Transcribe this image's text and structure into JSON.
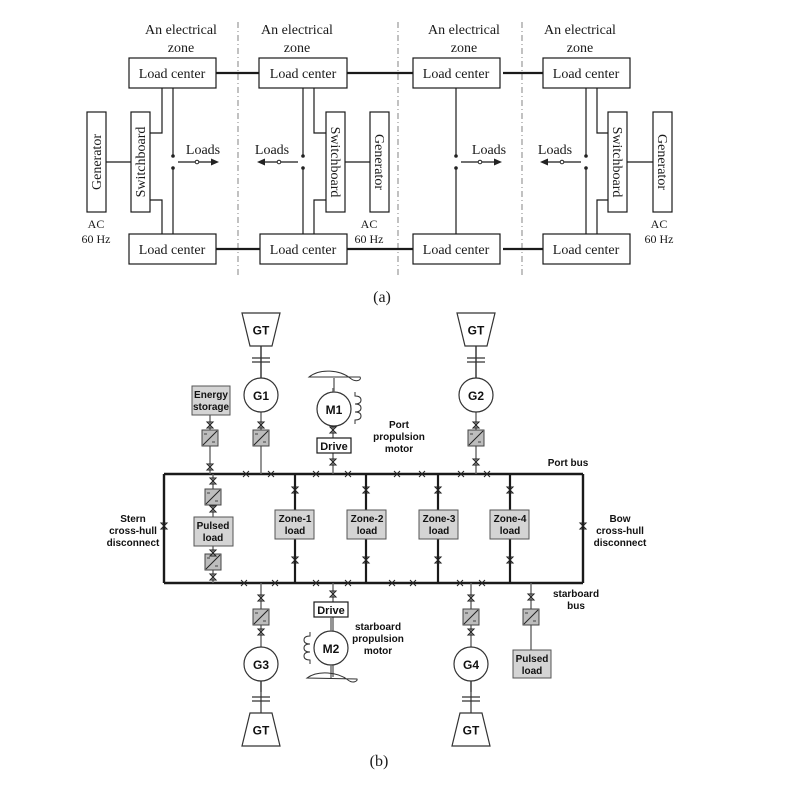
{
  "panel_a": {
    "caption": "(a)",
    "zones": [
      {
        "title_line1": "An electrical",
        "title_line2": "zone",
        "top_load_center": "Load center",
        "bottom_load_center": "Load center",
        "switchboard": "Switchboard",
        "generator": "Generator",
        "ac_line1": "AC",
        "ac_line2": "60 Hz",
        "loads": "Loads",
        "side": "left"
      },
      {
        "title_line1": "An electrical",
        "title_line2": "zone",
        "top_load_center": "Load center",
        "bottom_load_center": "Load center",
        "switchboard": "Switchboard",
        "generator": "Generator",
        "ac_line1": "AC",
        "ac_line2": "60 Hz",
        "loads": "Loads",
        "side": "right"
      },
      {
        "title_line1": "An electrical",
        "title_line2": "zone",
        "top_load_center": "Load center",
        "bottom_load_center": "Load center",
        "loads": "Loads",
        "side": "none"
      },
      {
        "title_line1": "An electrical",
        "title_line2": "zone",
        "top_load_center": "Load center",
        "bottom_load_center": "Load center",
        "switchboard": "Switchboard",
        "generator": "Generator",
        "ac_line1": "AC",
        "ac_line2": "60 Hz",
        "loads": "Loads",
        "side": "right"
      }
    ]
  },
  "panel_b": {
    "caption": "(b)",
    "gt_label": "GT",
    "generators": [
      "G1",
      "G2",
      "G3",
      "G4"
    ],
    "motors": [
      "M1",
      "M2"
    ],
    "drive_label": "Drive",
    "energy_storage": [
      "Energy",
      "storage"
    ],
    "pulsed_load": [
      "Pulsed",
      "load"
    ],
    "zone_loads": [
      [
        "Zone-1",
        "load"
      ],
      [
        "Zone-2",
        "load"
      ],
      [
        "Zone-3",
        "load"
      ],
      [
        "Zone-4",
        "load"
      ]
    ],
    "port_motor_label": [
      "Port",
      "propulsion",
      "motor"
    ],
    "starboard_motor_label": [
      "starboard",
      "propulsion",
      "motor"
    ],
    "port_bus_label": "Port bus",
    "starboard_bus_label": [
      "starboard",
      "bus"
    ],
    "stern_label": [
      "Stern",
      "cross-hull",
      "disconnect"
    ],
    "bow_label": [
      "Bow",
      "cross-hull",
      "disconnect"
    ]
  }
}
